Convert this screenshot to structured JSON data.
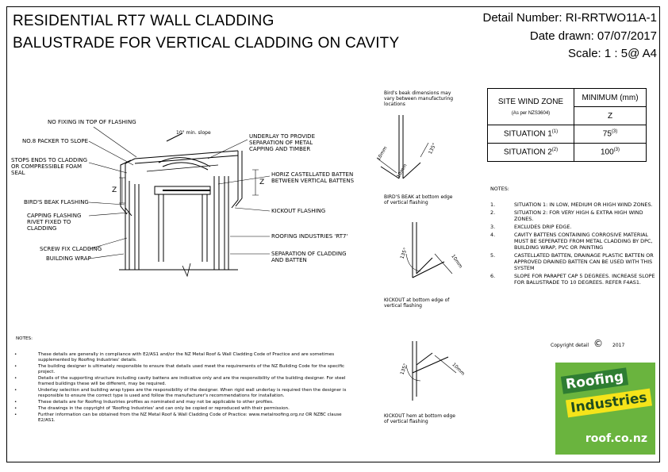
{
  "title": {
    "line1": "RESIDENTIAL RT7 WALL CLADDING",
    "line2": "BALUSTRADE FOR VERTICAL CLADDING ON CAVITY"
  },
  "header": {
    "detail_number": "Detail Number:  RI-RRTWO11A-1",
    "date_drawn": "Date drawn:  07/07/2017",
    "scale": "Scale:    1 : 5@ A4"
  },
  "main_labels": {
    "no_fixing": "NO FIXING IN TOP OF FLASHING",
    "packer": "NO.8 PACKER TO SLOPE",
    "stops_ends": "STOPS ENDS TO CLADDING OR COMPRESSIBLE FOAM SEAL",
    "birds_beak": "BIRD'S BEAK FLASHING",
    "capping_rivet": "CAPPING FLASHING RIVET FIXED TO CLADDING",
    "screw_fix": "SCREW FIX CLADDING",
    "building_wrap": "BUILDING WRAP",
    "slope": "10° min. slope",
    "underlay": "UNDERLAY TO PROVIDE SEPARATION OF METAL CAPPING AND TIMBER",
    "horiz_batten": "HORIZ CASTELLATED BATTEN BETWEEN VERTICAL BATTENS",
    "kickout": "KICKOUT FLASHING",
    "roofing_rt7": "ROOFING INDUSTRIES 'RT7'",
    "separation": "SEPARATION OF CLADDING AND BATTEN",
    "dim_z1": "Z",
    "dim_z2": "Z"
  },
  "side_details": {
    "intro": "Bird's beak dimensions may vary between manufacturing locations",
    "d1_caption": "BIRD'S BEAK at bottom edge of vertical flashing",
    "d1_dim1": "10mm",
    "d1_dim2": "135°",
    "d1_dim3": "10mm",
    "d2_caption": "KICKOUT at bottom edge of vertical flashing",
    "d2_dim1": "135°",
    "d2_dim2": "10mm",
    "d3_caption": "KICKOUT hem at bottom edge of vertical flashing",
    "d3_dim1": "135°",
    "d3_dim2": "10mm"
  },
  "wind_table": {
    "h1": "SITE WIND ZONE",
    "h1_sub": "(As per NZS3604)",
    "h2": "MINIMUM (mm)",
    "h2_sub": "Z",
    "r1_label": "SITUATION 1",
    "r1_note": "(1)",
    "r1_value": "75",
    "r1_vnote": "(3)",
    "r2_label": "SITUATION 2",
    "r2_note": "(2)",
    "r2_value": "100",
    "r2_vnote": "(3)"
  },
  "right_notes": {
    "heading": "NOTES:",
    "items": [
      {
        "num": "1.",
        "text": "SITUATION 1: IN LOW, MEDIUM OR HIGH WIND ZONES."
      },
      {
        "num": "2.",
        "text": "SITUATION 2: FOR VERY HIGH & EXTRA HIGH WIND ZONES."
      },
      {
        "num": "3.",
        "text": "EXCLUDES DRIP EDGE."
      },
      {
        "num": "4.",
        "text": "CAVITY BATTENS CONTAINING CORROSIVE MATERIAL MUST BE SEPERATED FROM METAL CLADDING BY DPC, BUILDING WRAP, PVC OR PAINTING"
      },
      {
        "num": "5.",
        "text": "CASTELLATED BATTEN, DRAINAGE PLASTIC BATTEN OR APPROVED DRAINED BATTEN CAN BE USED WITH THIS SYSTEM"
      },
      {
        "num": "6.",
        "text": "SLOPE FOR PARAPET CAP 5 DEGREES. INCREASE SLOPE FOR BALUSTRADE TO 10 DEGREES.  REFER F4AS1."
      }
    ]
  },
  "bottom_notes": {
    "heading": "NOTES:",
    "items": [
      "These details are generally in compliance with E2/AS1 and/or the NZ Metal Roof & Wall Cladding Code of Practice and are sometimes supplemented by Roofing Industries' details.",
      "The building designer is ultimately responsible to ensure that details used meet the requirements of the NZ Building Code for the specific project.",
      "Details of the supporting structure including cavity battens are indicative only and are the responsibility of the building designer. For steel framed buildings these will be different, may be required.",
      "Underlay selection and building wrap types are the responsibility of the designer. When rigid wall underlay is required then the designer is responsible to ensure the correct type is used and follow the manufacturer's recommendations for installation.",
      "These details are for Roofing Industries profiles as nominated and may not be applicable to other profiles.",
      "The drawings in the copyright of 'Roofing Industries' and can only be copied or reproduced with their permission.",
      "Further information can be obtained from the NZ Metal Roof & Wall Cladding Code of Practice: www.metalroofing.org.nz OR NZBC clause E2/AS1."
    ]
  },
  "copyright": {
    "label": "Copyright detail",
    "symbol": "©",
    "year": "2017"
  },
  "logo": {
    "word1": "Roofing",
    "word2": "Industries",
    "url": "roof.co.nz",
    "bg_color": "#6ab43e"
  }
}
